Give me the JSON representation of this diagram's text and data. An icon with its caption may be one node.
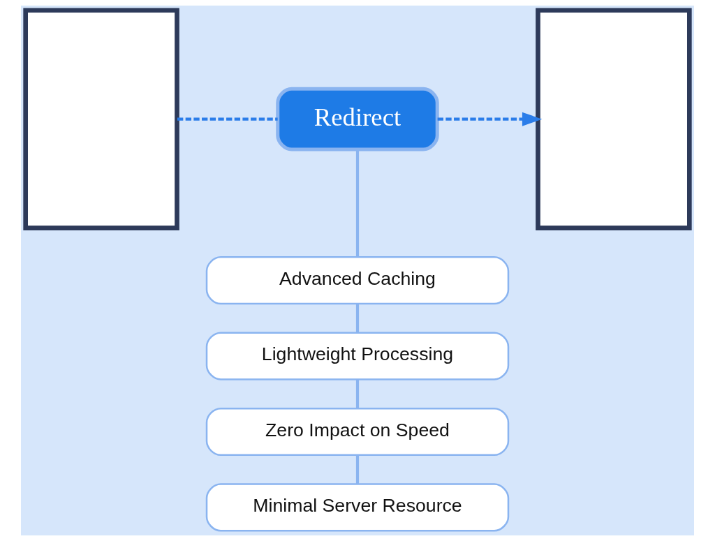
{
  "diagram": {
    "nodes": [
      {
        "text": [],
        "shape": "box"
      },
      {
        "text": [
          "Redirect"
        ]
      },
      {
        "text": [
          "Advanced Caching"
        ]
      },
      {
        "text": [
          "Lightweight Processing"
        ]
      },
      {
        "text": [
          "Zero Impact on Speed"
        ]
      },
      {
        "text": [
          "Minimal Server Resource"
        ]
      },
      {
        "text": [],
        "shape": "box"
      }
    ],
    "edges": [
      {
        "from": 0,
        "to": 1,
        "arrow": "none",
        "style": "dashed",
        "color": "#2b7de9"
      },
      {
        "from": 1,
        "to": 6,
        "arrow": "to",
        "style": "dashed",
        "color": "#2b7de9"
      },
      {
        "from": 1,
        "to": 2,
        "arrow": "none"
      },
      {
        "from": 2,
        "to": 3,
        "arrow": "none"
      },
      {
        "from": 3,
        "to": 4,
        "arrow": "none"
      },
      {
        "from": 4,
        "to": 5,
        "arrow": "none"
      }
    ]
  }
}
